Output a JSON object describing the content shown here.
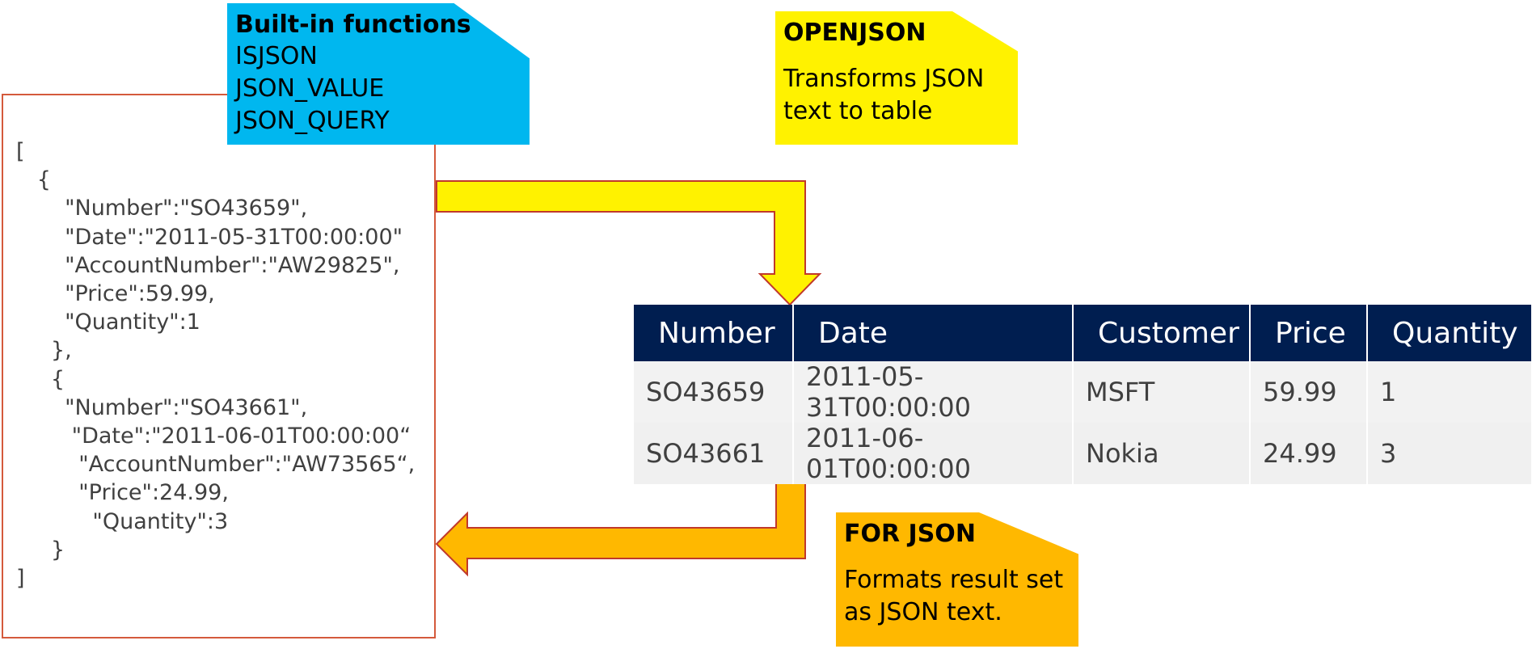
{
  "callouts": {
    "builtin": {
      "title": "Built-in functions",
      "items": [
        "ISJSON",
        "JSON_VALUE",
        "JSON_QUERY"
      ]
    },
    "openjson": {
      "title": "OPENJSON",
      "lines": [
        "Transforms JSON",
        "text to table"
      ]
    },
    "forjson": {
      "title": "FOR JSON",
      "lines": [
        "Formats result set",
        "as JSON text."
      ]
    }
  },
  "json_text": {
    "lines": [
      "[",
      "   {",
      "       \"Number\":\"SO43659\",",
      "       \"Date\":\"2011-05-31T00:00:00\"",
      "       \"AccountNumber\":\"AW29825\",",
      "       \"Price\":59.99,",
      "       \"Quantity\":1",
      "     },",
      "     {",
      "       \"Number\":\"SO43661\",",
      "        \"Date\":\"2011-06-01T00:00:00“",
      "         \"AccountNumber\":\"AW73565“,",
      "         \"Price\":24.99,",
      "           \"Quantity\":3",
      "     }",
      "]"
    ]
  },
  "table": {
    "headers": [
      "Number",
      "Date",
      "Customer",
      "Price",
      "Quantity"
    ],
    "rows": [
      [
        "SO43659",
        "2011-05-31T00:00:00",
        "MSFT",
        "59.99",
        "1"
      ],
      [
        "SO43661",
        "2011-06-01T00:00:00",
        "Nokia",
        "24.99",
        "3"
      ]
    ]
  },
  "colors": {
    "builtin_fill": "#00b7ef",
    "openjson_fill": "#fff200",
    "forjson_fill": "#ffb800",
    "table_header": "#001e50",
    "json_border": "#d45a3c",
    "arrow_outline": "#c0392b"
  }
}
